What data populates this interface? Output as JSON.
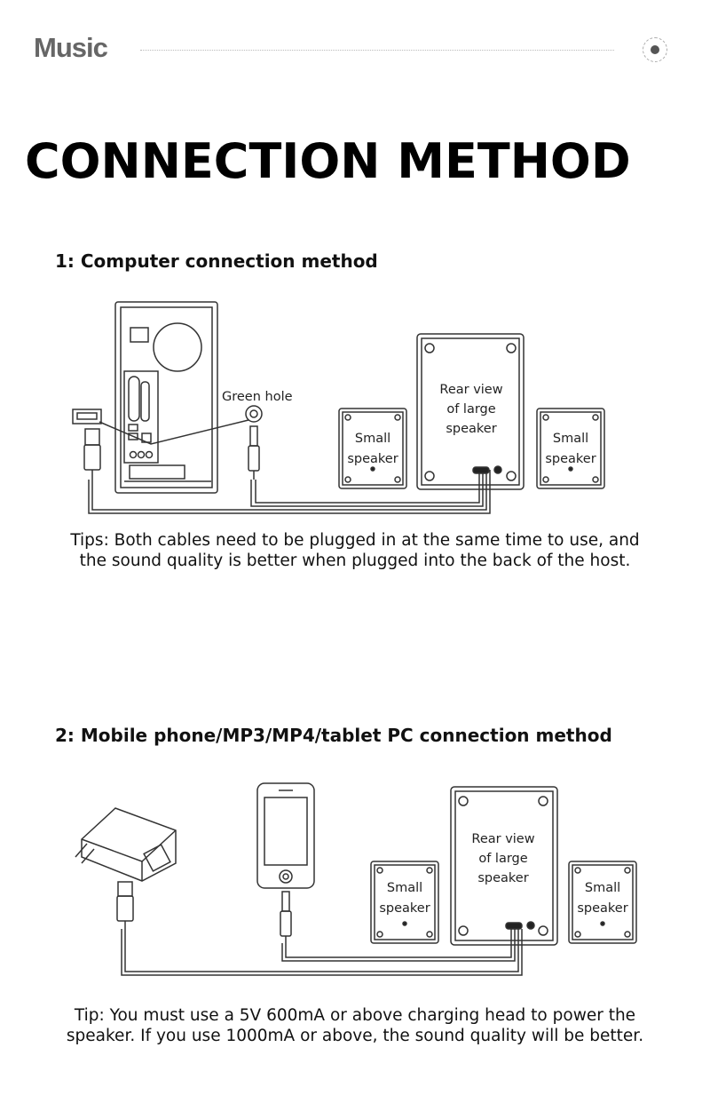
{
  "header": {
    "brand": "Music"
  },
  "title": "CONNECTION METHOD",
  "section1": {
    "heading": "1: Computer connection method",
    "labels": {
      "green_hole": "Green hole",
      "rear_line1": "Rear view",
      "rear_line2": "of large",
      "rear_line3": "speaker",
      "small_line1": "Small",
      "small_line2": "speaker"
    },
    "tip_line1": "Tips: Both cables need to be plugged in at the same time to use, and",
    "tip_line2": "the sound quality is better when plugged into the back of the host."
  },
  "section2": {
    "heading": "2: Mobile phone/MP3/MP4/tablet PC connection method",
    "labels": {
      "rear_line1": "Rear view",
      "rear_line2": "of large",
      "rear_line3": "speaker",
      "small_line1": "Small",
      "small_line2": "speaker"
    },
    "tip_line1": "Tip: You must use a 5V 600mA or above charging head to power the",
    "tip_line2": "speaker. If you use 1000mA or above, the sound quality will be better."
  },
  "colors": {
    "ink": "#111111",
    "brand_gray": "#666666",
    "line": "#333333"
  }
}
